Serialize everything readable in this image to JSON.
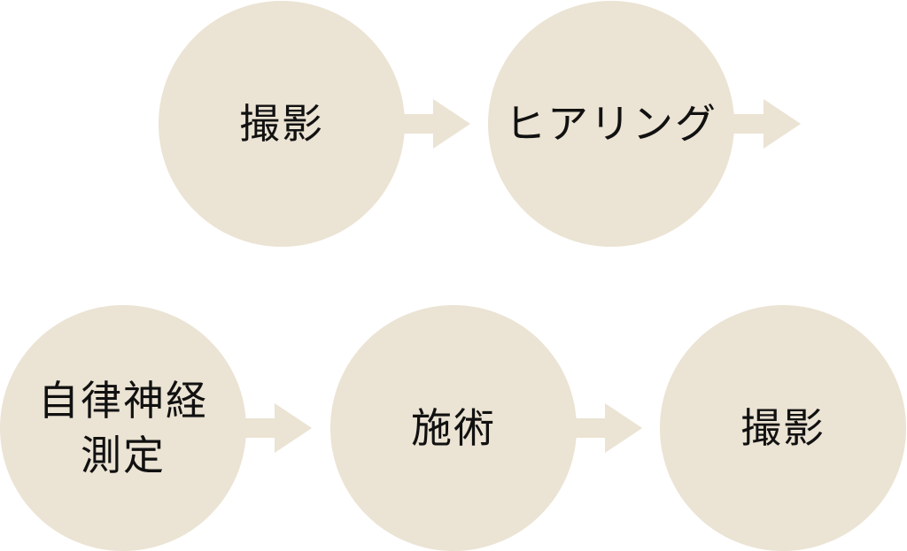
{
  "colors": {
    "background": "#ffffff",
    "circle_fill": "#ebe3d3",
    "arrow_fill": "#ebe3d3",
    "text": "#111111"
  },
  "steps": [
    {
      "label": "撮影"
    },
    {
      "label": "ヒアリング"
    },
    {
      "label_line1": "自律神経",
      "label_line2": "測定"
    },
    {
      "label": "施術"
    },
    {
      "label": "撮影"
    }
  ]
}
